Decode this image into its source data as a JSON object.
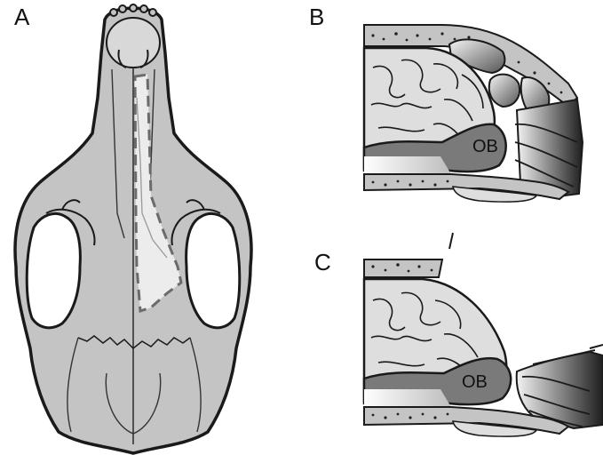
{
  "panels": {
    "a": {
      "label": "A"
    },
    "b": {
      "label": "B",
      "ob_label": "OB"
    },
    "c": {
      "label": "C",
      "ob_label": "OB"
    }
  },
  "colors": {
    "bone": "#c4c4c4",
    "bone_dark": "#9a9a9a",
    "brain": "#dedede",
    "olfactory_bulb": "#7a7a7a",
    "highlight": "#ececec",
    "outline": "#1a1a1a",
    "dashed": "#6b6b6b"
  }
}
